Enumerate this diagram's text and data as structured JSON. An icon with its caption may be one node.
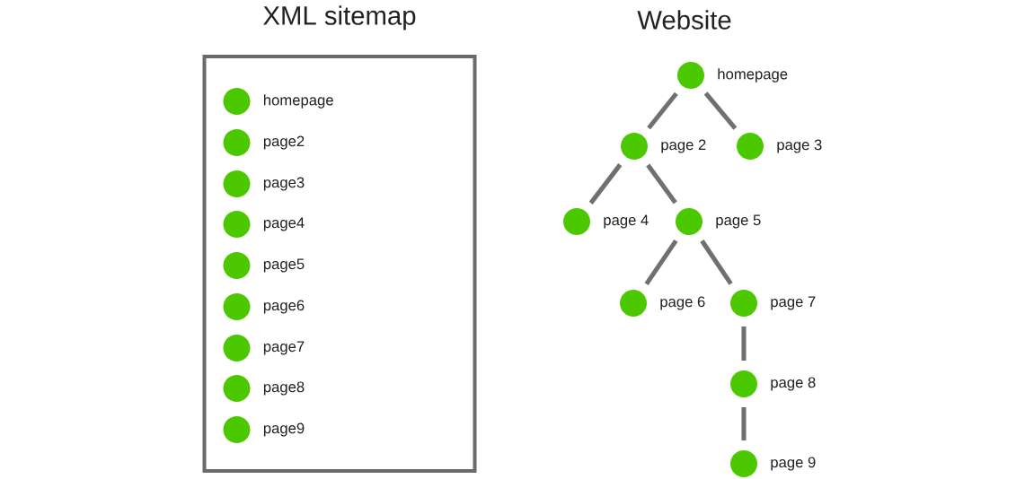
{
  "diagram": {
    "nodes": [
      {
        "text": [
          "XML sitemap"
        ]
      },
      {
        "text": [
          "homepage"
        ],
        "in": 0
      },
      {
        "text": [
          "page2"
        ],
        "in": 0
      },
      {
        "text": [
          "page3"
        ],
        "in": 0
      },
      {
        "text": [
          "page4"
        ],
        "in": 0
      },
      {
        "text": [
          "page5"
        ],
        "in": 0
      },
      {
        "text": [
          "page6"
        ],
        "in": 0
      },
      {
        "text": [
          "page7"
        ],
        "in": 0
      },
      {
        "text": [
          "page8"
        ],
        "in": 0
      },
      {
        "text": [
          "page9"
        ],
        "in": 0
      },
      {
        "text": [
          "homepage"
        ]
      },
      {
        "text": [
          "page 2"
        ]
      },
      {
        "text": [
          "page 3"
        ]
      },
      {
        "text": [
          "page 4"
        ]
      },
      {
        "text": [
          "page 5"
        ]
      },
      {
        "text": [
          "page 6"
        ]
      },
      {
        "text": [
          "page 7"
        ]
      },
      {
        "text": [
          "page 8"
        ]
      },
      {
        "text": [
          "page 9"
        ]
      }
    ],
    "edges": [
      {
        "from": 10,
        "to": 11,
        "arrow": "none"
      },
      {
        "from": 10,
        "to": 12,
        "arrow": "none"
      },
      {
        "from": 11,
        "to": 13,
        "arrow": "none"
      },
      {
        "from": 11,
        "to": 14,
        "arrow": "none"
      },
      {
        "from": 14,
        "to": 15,
        "arrow": "none"
      },
      {
        "from": 14,
        "to": 16,
        "arrow": "none"
      },
      {
        "from": 16,
        "to": 17,
        "arrow": "none"
      },
      {
        "from": 17,
        "to": 18,
        "arrow": "none"
      }
    ],
    "labels": [
      "Website"
    ]
  }
}
